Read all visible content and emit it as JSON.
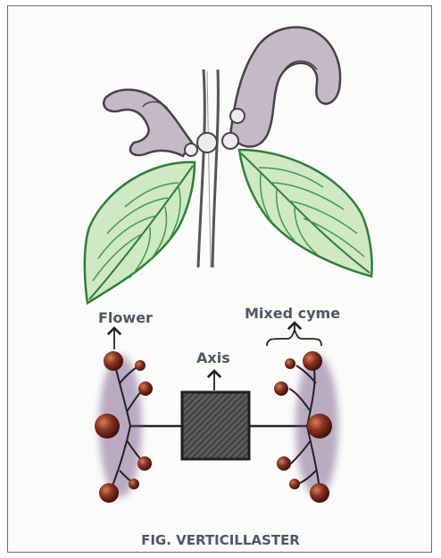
{
  "labels": {
    "flower": "Flower",
    "axis": "Axis",
    "mixed_cyme": "Mixed cyme"
  },
  "caption": "FIG. VERTICILLASTER",
  "colors": {
    "leaf": "#3e9a4a",
    "leaf_fill": "#cfe9c4",
    "petal": "#b9aebb",
    "flower_bud": "#7a2a1a",
    "axis_box": "#3a3a3a",
    "text": "#4f5666"
  }
}
